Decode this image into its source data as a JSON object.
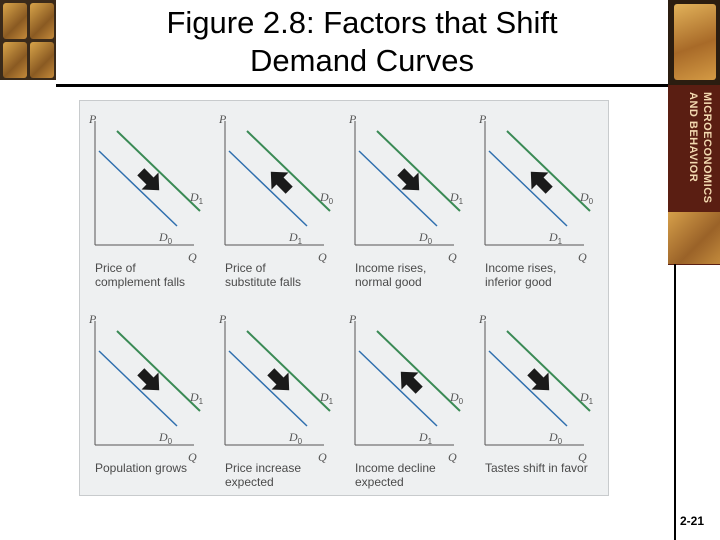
{
  "title": "Figure 2.8: Factors that Shift\nDemand Curves",
  "side_book_text": "MICROECONOMICS\nAND BEHAVIOR",
  "slide_number": "2-21",
  "colors": {
    "d0_curve": "#2f6fae",
    "d1_curve": "#3a8a55",
    "axis": "#555555",
    "arrow": "#1a1a1a"
  },
  "axis_labels": {
    "price": "P",
    "quantity": "Q"
  },
  "panels": [
    {
      "caption": "Price of\ncomplement falls",
      "arrow": "right",
      "outer_label": "D1",
      "inner_label": "D0"
    },
    {
      "caption": "Price of\nsubstitute falls",
      "arrow": "left",
      "outer_label": "D0",
      "inner_label": "D1"
    },
    {
      "caption": "Income rises,\nnormal good",
      "arrow": "right",
      "outer_label": "D1",
      "inner_label": "D0"
    },
    {
      "caption": "Income rises,\ninferior good",
      "arrow": "left",
      "outer_label": "D0",
      "inner_label": "D1"
    },
    {
      "caption": "Population grows",
      "arrow": "right",
      "outer_label": "D1",
      "inner_label": "D0"
    },
    {
      "caption": "Price increase\nexpected",
      "arrow": "right",
      "outer_label": "D1",
      "inner_label": "D0"
    },
    {
      "caption": "Income decline\nexpected",
      "arrow": "left",
      "outer_label": "D0",
      "inner_label": "D1"
    },
    {
      "caption": "Tastes shift in favor",
      "arrow": "right",
      "outer_label": "D1",
      "inner_label": "D0"
    }
  ]
}
